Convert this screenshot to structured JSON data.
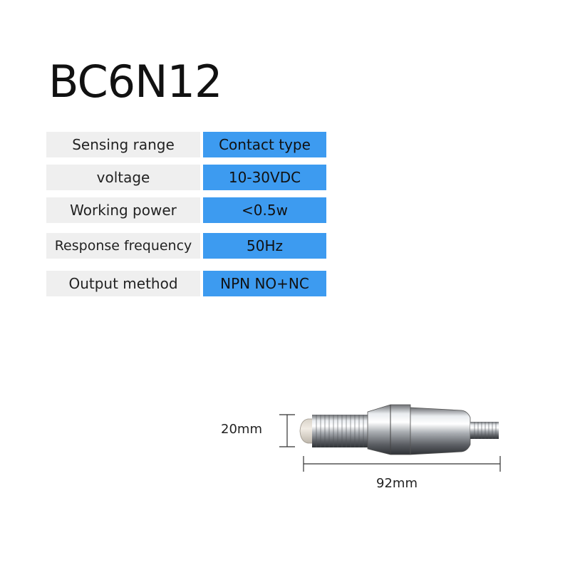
{
  "title": "BC6N12",
  "specs": [
    {
      "label": "Sensing range",
      "value": "Contact type"
    },
    {
      "label": "voltage",
      "value": "10-30VDC"
    },
    {
      "label": "Working power",
      "value": "<0.5w"
    },
    {
      "label": "Response frequency",
      "value": "50Hz"
    },
    {
      "label": "Output method",
      "value": "NPN NO+NC"
    }
  ],
  "dimensions": {
    "diameter": "20mm",
    "length": "92mm"
  },
  "colors": {
    "value_cell": "#3d9bf0",
    "label_cell": "#efefef"
  }
}
